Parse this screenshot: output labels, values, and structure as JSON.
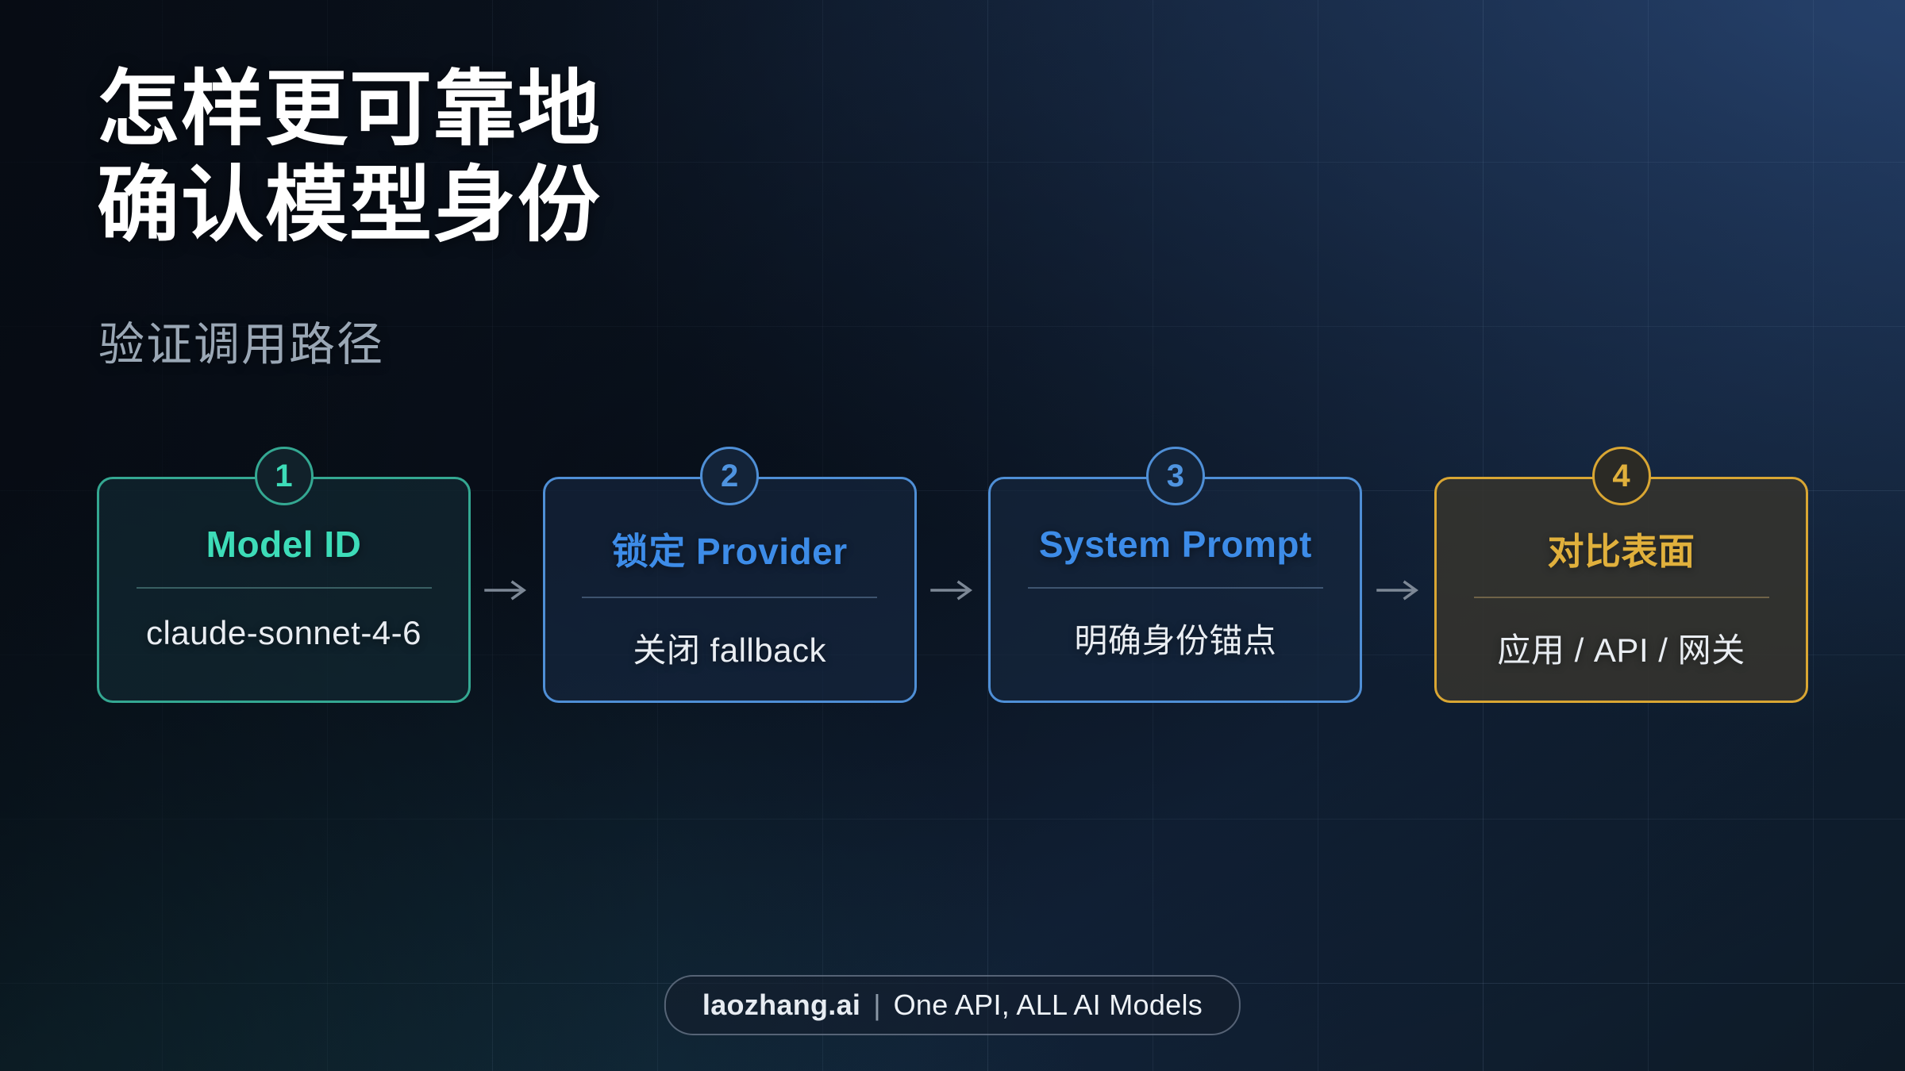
{
  "background": {
    "base_color": "#0e1a2b",
    "glow_top_right": "#25406a",
    "glow_bottom_left": "#16404a",
    "grid_color": "rgba(150,185,220,0.085)"
  },
  "header": {
    "title_lines": [
      "怎样更可靠地",
      "确认模型身份"
    ],
    "subtitle": "验证调用路径",
    "title_color": "#ffffff",
    "subtitle_color": "#9aa7b5"
  },
  "flow": {
    "arrow_icon": "arrow-right-icon",
    "arrow_color": "#7d8896",
    "steps": [
      {
        "number": "1",
        "title": "Model ID",
        "subtitle": "claude-sonnet-4-6",
        "accent": "#34a892",
        "title_color": "#3ddcb8",
        "variant": "teal"
      },
      {
        "number": "2",
        "title": "锁定 Provider",
        "subtitle": "关闭 fallback",
        "accent": "#4f8fd6",
        "title_color": "#3d8ce8",
        "variant": "blue"
      },
      {
        "number": "3",
        "title": "System Prompt",
        "subtitle": "明确身份锚点",
        "accent": "#4f8fd6",
        "title_color": "#3d8ce8",
        "variant": "blue2"
      },
      {
        "number": "4",
        "title": "对比表面",
        "subtitle": "应用 / API / 网关",
        "accent": "#d9a633",
        "title_color": "#e0b03c",
        "variant": "gold"
      }
    ]
  },
  "footer": {
    "brand": "laozhang.ai",
    "separator": "|",
    "tagline": "One API, ALL AI Models",
    "border_color": "rgba(168,184,204,0.45)"
  }
}
